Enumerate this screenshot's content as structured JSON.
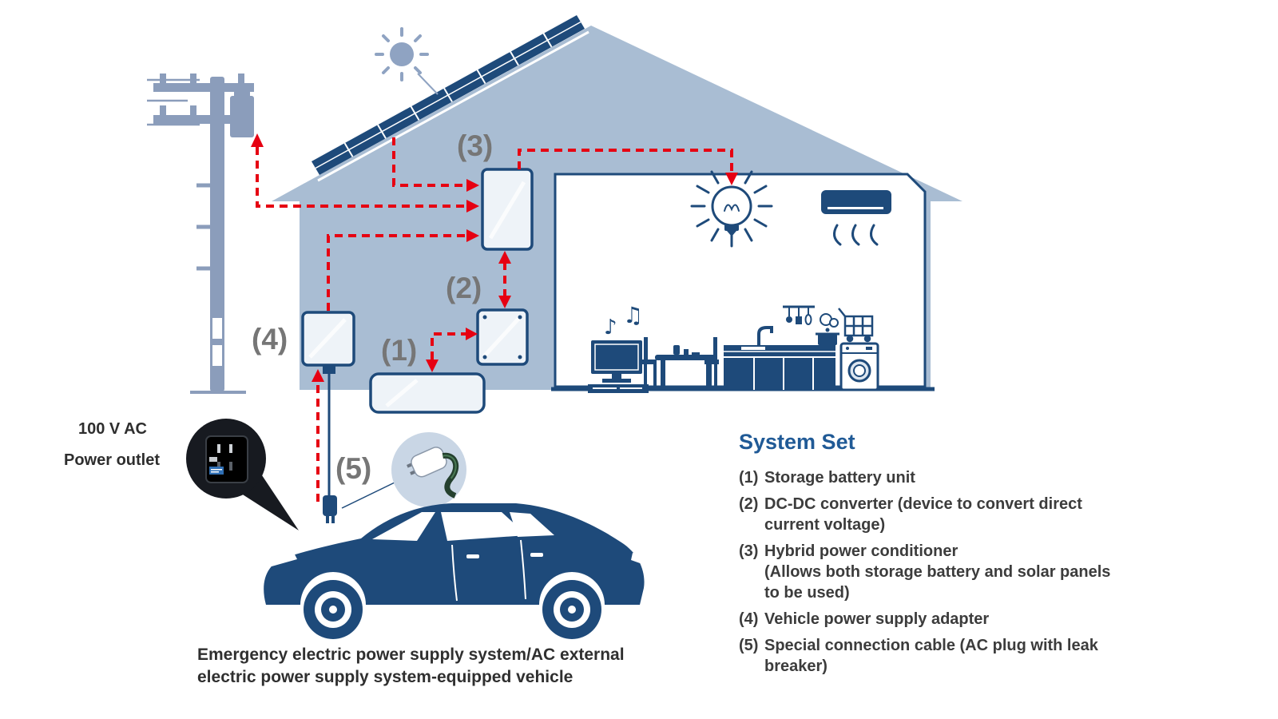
{
  "colors": {
    "house": "#a9bdd3",
    "navy": "#1e4a7a",
    "pole": "#8b9dbb",
    "arrow_red": "#e60012",
    "legend_title_blue": "#205a96",
    "callout_dark": "#171a20",
    "callout_light": "#c9d6e5"
  },
  "diagram": {
    "component_labels": {
      "n1": "(1)",
      "n2": "(2)",
      "n3": "(3)",
      "n4": "(4)",
      "n5": "(5)"
    },
    "outlet_label_line1": "100 V AC",
    "outlet_label_line2": "Power outlet",
    "caption": "Emergency electric power supply system/AC external\nelectric power supply system-equipped vehicle",
    "note1": "♪",
    "note2": "♫"
  },
  "legend": {
    "title": "System Set",
    "items": [
      {
        "num": "(1)",
        "text": "Storage battery unit"
      },
      {
        "num": "(2)",
        "text": "DC-DC converter (device to convert direct\ncurrent voltage)"
      },
      {
        "num": "(3)",
        "text": "Hybrid power conditioner\n(Allows both storage battery and solar panels\nto be used)"
      },
      {
        "num": "(4)",
        "text": "Vehicle power supply adapter"
      },
      {
        "num": "(5)",
        "text": "Special connection cable (AC plug with leak\nbreaker)"
      }
    ]
  }
}
